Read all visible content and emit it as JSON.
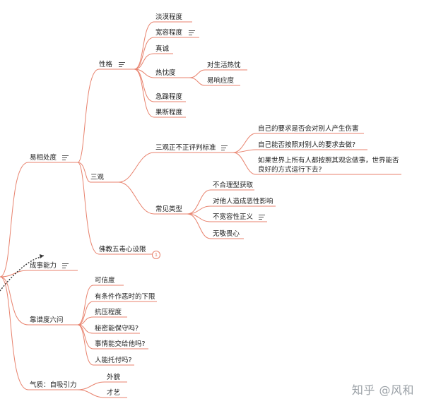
{
  "nodes": {
    "yixiang": "易相处度",
    "xingge": "性格",
    "tiandan": "淡漠程度",
    "kuanrong": "宽容程度",
    "zhencheng": "真诚",
    "reqing": "热忱度",
    "reqing_a": "对生活热忱",
    "reqing_b": "易响应度",
    "jizao": "急躁程度",
    "guoduan": "果断程度",
    "sanguan": "三观",
    "pingpan": "三观正不正评判标准",
    "pp_a": "自己的要求是否会对别人产生伤害",
    "pp_b": "自己能否按照对别人的要求去做?",
    "pp_c": "如果世界上所有人都按照其观念做事，世界能否良好的方式运行下去?",
    "changjian": "常见类型",
    "cj_a": "不合理型获取",
    "cj_b": "对他人造成恶性影响",
    "cj_c": "不宽容性正义",
    "cj_d": "无敬畏心",
    "fojiao": "佛教五毒心设限",
    "fojiao_badge": "1",
    "chengshi": "成事能力",
    "kaopu": "靠谱度六问",
    "kp_a": "可信度",
    "kp_b": "有条件作恶时的下限",
    "kp_c": "抗压程度",
    "kp_d": "秘密能保守吗?",
    "kp_e": "事情能交给他吗?",
    "kp_f": "人能托付吗?",
    "qizhi": "气质：自吸引力",
    "qz_a": "外貌",
    "qz_b": "才艺"
  },
  "watermark": "知乎 @风和",
  "colors": {
    "branch": "#e8826d",
    "text": "#222222",
    "dashed": "#333333",
    "watermark": "#9aa0a6"
  }
}
